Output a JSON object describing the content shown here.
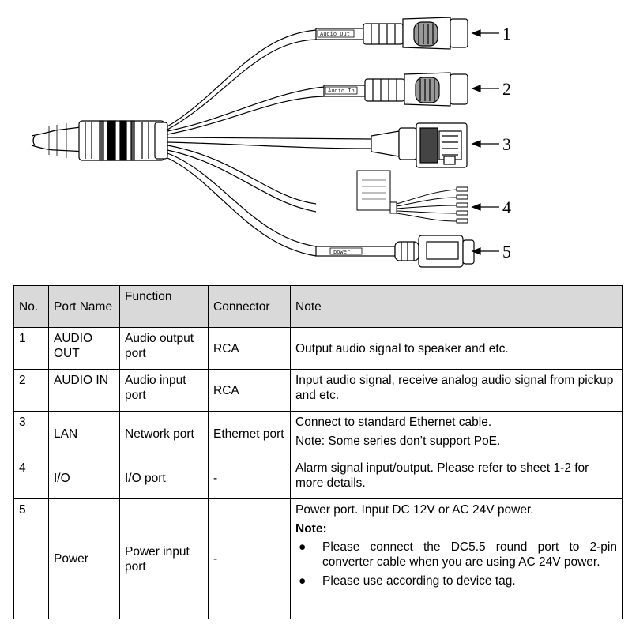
{
  "diagram": {
    "captions": {
      "audio_out": "Audio Out",
      "audio_in": "Audio In",
      "power": "power"
    },
    "callouts": [
      "1",
      "2",
      "3",
      "4",
      "5"
    ]
  },
  "table": {
    "headers": [
      "No.",
      "Port Name",
      "Function",
      "Connector",
      "Note"
    ],
    "rows": [
      {
        "no": "1",
        "name": "AUDIO OUT",
        "function": "Audio output port",
        "connector": "RCA",
        "note": "Output audio signal to speaker and etc."
      },
      {
        "no": "2",
        "name": "AUDIO IN",
        "function": "Audio input port",
        "connector": "RCA",
        "note": "Input audio signal, receive analog audio signal from pickup and etc."
      },
      {
        "no": "3",
        "name": "LAN",
        "function": "Network port",
        "connector": "Ethernet port",
        "note": "Connect to standard Ethernet cable.",
        "note_extra": "Note: Some series don’t support PoE."
      },
      {
        "no": "4",
        "name": "I/O",
        "function": "I/O port",
        "connector": "-",
        "note": "Alarm signal input/output. Please refer to sheet 1-2 for more details."
      },
      {
        "no": "5",
        "name": "Power",
        "function": "Power input port",
        "connector": "-",
        "note": "Power port. Input DC 12V or AC 24V power.",
        "note_title": "Note:",
        "bullets": [
          "Please connect the DC5.5 round port to 2-pin converter cable when you are using AC 24V power.",
          "Please use according to device tag."
        ]
      }
    ]
  }
}
